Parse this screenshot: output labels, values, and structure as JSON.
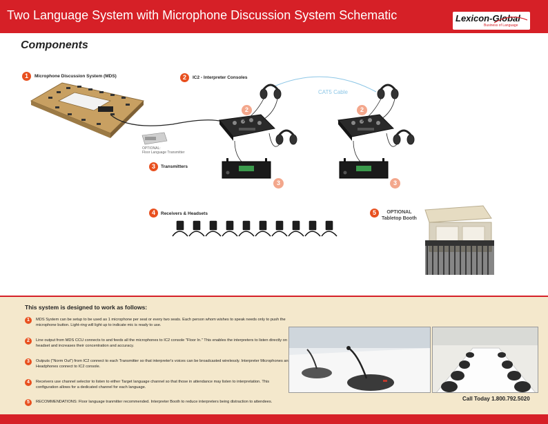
{
  "header": {
    "title": "Two Language System with Microphone Discussion System Schematic",
    "brand_color": "#d62027"
  },
  "logo": {
    "name": "Lexicon-Global",
    "tagline": "Business of Language"
  },
  "components": {
    "title": "Components",
    "items": [
      {
        "num": "1",
        "label": "Microphone Discussion System (MDS)"
      },
      {
        "num": "2",
        "label": "IC2 - Interpreter Consoles"
      },
      {
        "num": "3",
        "label": "Transmitters"
      },
      {
        "num": "4",
        "label": "Receivers & Headsets"
      },
      {
        "num": "5",
        "label": "OPTIONAL",
        "sublabel": "Tabletop Booth"
      }
    ],
    "optional_floor": {
      "line1": "OPTIONAL:",
      "line2": "Floor Language Transmitter"
    },
    "cable_label": "CAT5 Cable",
    "marker_2": "2",
    "marker_3": "3"
  },
  "bottom": {
    "title": "This system is designed to work as follows:",
    "steps": [
      {
        "num": "1",
        "text": "MDS System can be setup to be used as 1 microphone per seat or every two seats. Each person whom wishes to speak needs only to push the microphone button. Light-ring will light up to indicate mic is ready to use."
      },
      {
        "num": "2",
        "text": "Line output from MDS CCU connects to and feeds all the microphones to IC2 console \"Floor In.\" This enables the interpreters to listen directly on headset and increases their concentration and accuracy."
      },
      {
        "num": "3",
        "text": "Outputs (\"Norm Out\") from IC2 connect to each Transmitter so that interpreter's voices can be broadcasted wirelessly. Interpreter Microphones and Headphones connect to IC2 console."
      },
      {
        "num": "4",
        "text": "Receivers use channel selector to listen to either Target language channel so that those in attendance may listen to interpretation. This configuration allows for a dedicated channel for each language."
      },
      {
        "num": "5",
        "text": "RECOMMENDATIONS: Floor language tranmitter recommended. Interpreter Booth to reduce interpreters being distraction to attendees."
      }
    ],
    "call": "Call Today 1.800.792.5020"
  },
  "colors": {
    "accent": "#e8501f",
    "panel": "#f4e8cc",
    "cable": "#8cc6e6"
  }
}
